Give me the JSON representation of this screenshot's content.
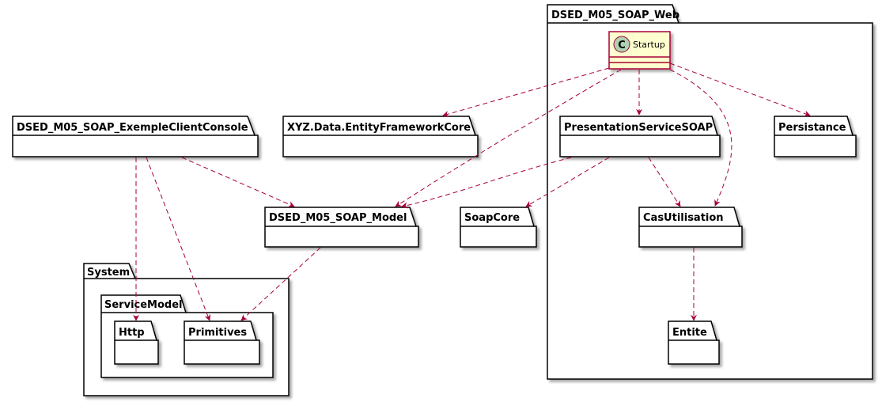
{
  "colors": {
    "arrow": "#A80036",
    "class_border": "#A80036",
    "class_fill": "#FEFECE",
    "stereotype_circle": "#ADD1B2"
  },
  "packages": {
    "web": "DSED_M05_SOAP_Web",
    "client_console": "DSED_M05_SOAP_ExempleClientConsole",
    "xyz_data": "XYZ.Data.EntityFrameworkCore",
    "presentation": "PresentationServiceSOAP",
    "persistance": "Persistance",
    "model": "DSED_M05_SOAP_Model",
    "soapcore": "SoapCore",
    "cas_utilisation": "CasUtilisation",
    "system": "System",
    "service_model": "ServiceModel",
    "http": "Http",
    "primitives": "Primitives",
    "entite": "Entite"
  },
  "class_startup": {
    "stereotype": "C",
    "name": "Startup"
  },
  "dependencies": [
    {
      "from": "Startup",
      "to": "XYZ.Data.EntityFrameworkCore"
    },
    {
      "from": "Startup",
      "to": "DSED_M05_SOAP_Model"
    },
    {
      "from": "Startup",
      "to": "PresentationServiceSOAP"
    },
    {
      "from": "Startup",
      "to": "CasUtilisation"
    },
    {
      "from": "Startup",
      "to": "Persistance"
    },
    {
      "from": "DSED_M05_SOAP_ExempleClientConsole",
      "to": "DSED_M05_SOAP_Model"
    },
    {
      "from": "DSED_M05_SOAP_ExempleClientConsole",
      "to": "Http"
    },
    {
      "from": "DSED_M05_SOAP_ExempleClientConsole",
      "to": "Primitives"
    },
    {
      "from": "PresentationServiceSOAP",
      "to": "DSED_M05_SOAP_Model"
    },
    {
      "from": "PresentationServiceSOAP",
      "to": "SoapCore"
    },
    {
      "from": "PresentationServiceSOAP",
      "to": "CasUtilisation"
    },
    {
      "from": "DSED_M05_SOAP_Model",
      "to": "Primitives"
    },
    {
      "from": "CasUtilisation",
      "to": "Entite"
    }
  ]
}
